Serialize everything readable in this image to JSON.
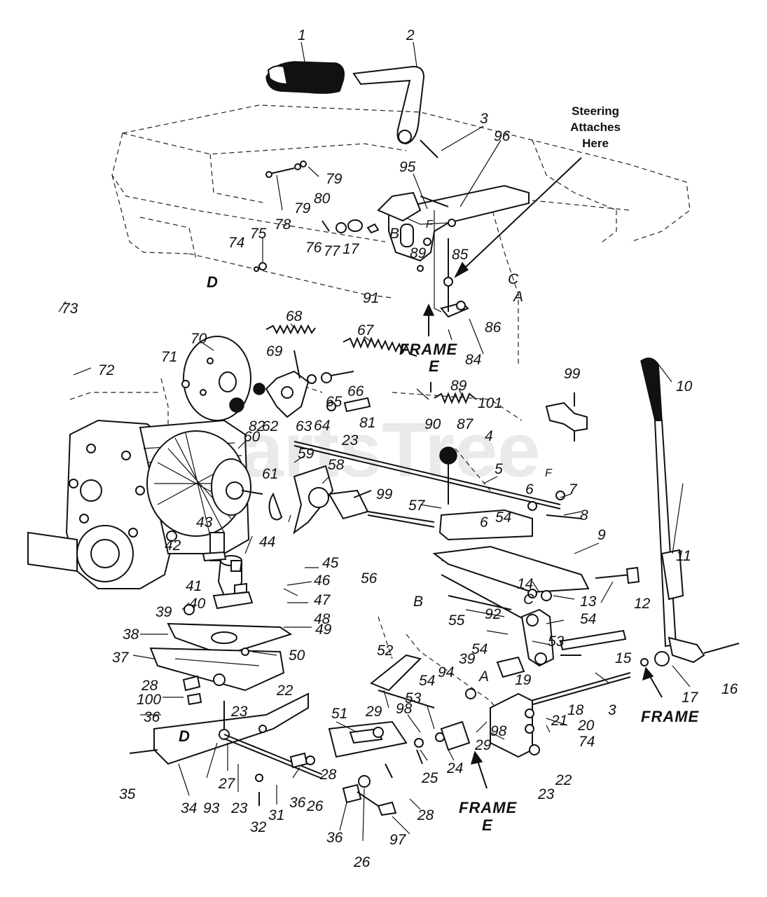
{
  "watermark": "PartsTree",
  "note": {
    "line1": "Steering",
    "line2": "Attaches",
    "line3": "Here"
  },
  "frame_labels": [
    {
      "word": "FRAME",
      "letter": "E"
    },
    {
      "word": "FRAME",
      "letter": ""
    },
    {
      "word": "FRAME",
      "letter": "E"
    }
  ],
  "ref_letters": [
    "D",
    "B",
    "C",
    "A",
    "F",
    "F",
    "B",
    "C",
    "A",
    "D"
  ],
  "part_numbers": [
    "1",
    "2",
    "3",
    "96",
    "95",
    "79",
    "80",
    "79",
    "78",
    "75",
    "74",
    "76",
    "77",
    "17",
    "89",
    "85",
    "91",
    "86",
    "73",
    "72",
    "70",
    "71",
    "68",
    "69",
    "67",
    "66",
    "65",
    "64",
    "63",
    "62",
    "82",
    "23",
    "81",
    "84",
    "101",
    "89",
    "90",
    "87",
    "99",
    "10",
    "60",
    "61",
    "59",
    "58",
    "4",
    "57",
    "5",
    "6",
    "7",
    "99",
    "54",
    "6",
    "8",
    "9",
    "44",
    "43",
    "45",
    "46",
    "56",
    "42",
    "41",
    "47",
    "40",
    "48",
    "39",
    "49",
    "38",
    "50",
    "37",
    "22",
    "28",
    "100",
    "23",
    "36",
    "14",
    "13",
    "12",
    "55",
    "92",
    "54",
    "54",
    "53",
    "15",
    "52",
    "39",
    "94",
    "54",
    "53",
    "19",
    "18",
    "3",
    "17",
    "16",
    "11",
    "51",
    "29",
    "98",
    "21",
    "20",
    "74",
    "29",
    "98",
    "24",
    "25",
    "22",
    "23",
    "28",
    "35",
    "34",
    "27",
    "93",
    "23",
    "32",
    "31",
    "36",
    "26",
    "36",
    "28",
    "26",
    "97"
  ]
}
